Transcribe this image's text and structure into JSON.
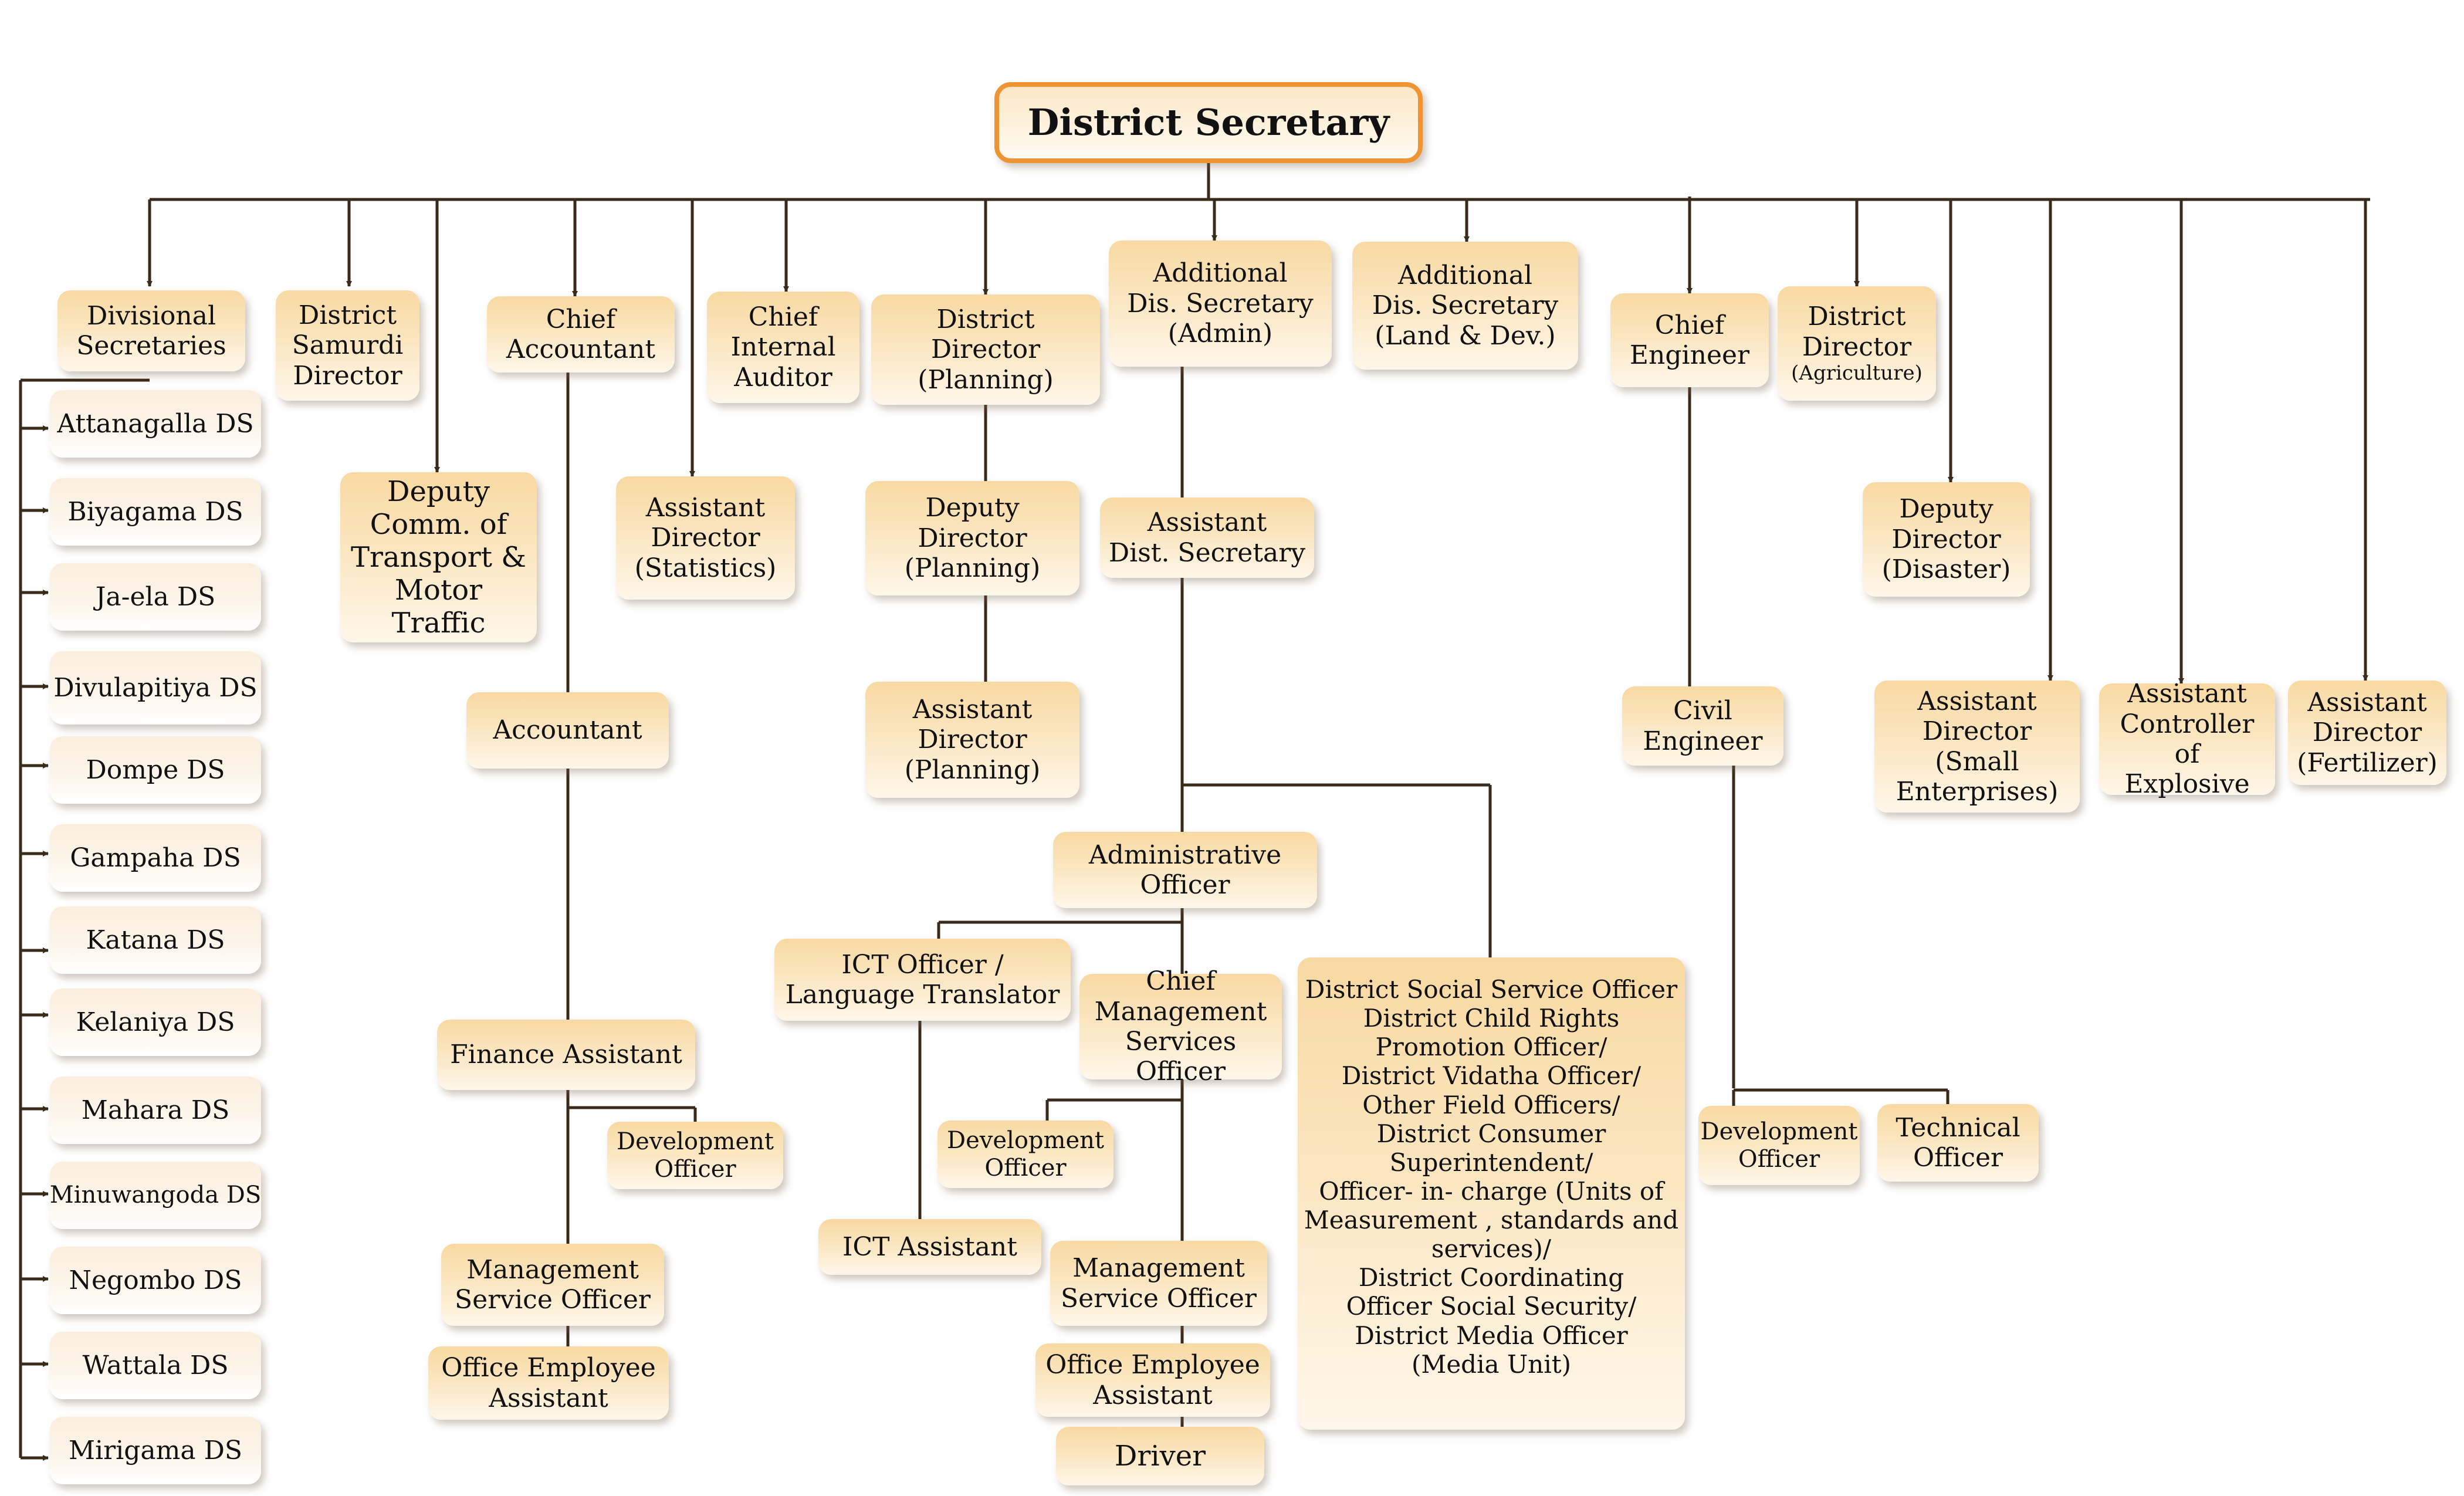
{
  "org": {
    "root": "District Secretary",
    "divisional_secretaries": "Divisional\nSecretaries",
    "ds_offices": [
      "Attanagalla DS",
      "Biyagama DS",
      "Ja-ela DS",
      "Divulapitiya DS",
      "Dompe DS",
      "Gampaha DS",
      "Katana DS",
      "Kelaniya DS",
      "Mahara DS",
      "Minuwangoda DS",
      "Negombo DS",
      "Wattala DS",
      "Mirigama DS"
    ],
    "district_samurdi_director": "District\nSamurdi\nDirector",
    "deputy_comm_transport": "Deputy\nComm. of\nTransport &\nMotor Traffic",
    "chief_accountant": "Chief\nAccountant",
    "accountant": "Accountant",
    "finance_assistant": "Finance Assistant",
    "development_officer_fin": "Development\nOfficer",
    "management_service_officer_fin": "Management\nService Officer",
    "office_employee_assistant_fin": "Office Employee\nAssistant",
    "assistant_director_statistics": "Assistant\nDirector\n(Statistics)",
    "chief_internal_auditor": "Chief\nInternal\nAuditor",
    "district_director_planning": "District\nDirector\n(Planning)",
    "deputy_director_planning": "Deputy\nDirector\n(Planning)",
    "assistant_director_planning": "Assistant\nDirector\n(Planning)",
    "additional_secretary_admin": "Additional\nDis. Secretary\n(Admin)",
    "assistant_dist_secretary": "Assistant\nDist. Secretary",
    "administrative_officer": "Administrative\nOfficer",
    "ict_officer": "ICT Officer /\nLanguage Translator",
    "ict_assistant": "ICT Assistant",
    "chief_mso": "Chief\nManagement\nServices Officer",
    "development_officer_admin": "Development\nOfficer",
    "management_service_officer_admin": "Management\nService Officer",
    "office_employee_assistant_admin": "Office Employee\nAssistant",
    "driver": "Driver",
    "field_officers": "District Social Service Officer\nDistrict Child Rights\nPromotion Officer/\nDistrict Vidatha Officer/\nOther Field Officers/\nDistrict Consumer\nSuperintendent/\nOfficer- in- charge (Units of\nMeasurement , standards and\nservices)/\nDistrict Coordinating\nOfficer Social Security/\nDistrict Media Officer\n(Media Unit)",
    "additional_secretary_land": "Additional\nDis. Secretary\n(Land & Dev.)",
    "chief_engineer": "Chief\nEngineer",
    "civil_engineer": "Civil\nEngineer",
    "development_officer_eng": "Development\nOfficer",
    "technical_officer": "Technical\nOfficer",
    "district_director_agri_title": "District\nDirector",
    "district_director_agri_sub": "(Agriculture)",
    "deputy_director_disaster": "Deputy\nDirector\n(Disaster)",
    "assistant_director_small_ent": "Assistant\nDirector\n(Small\nEnterprises)",
    "assistant_controller_explosive": "Assistant\nController of\nExplosive",
    "assistant_director_fertilizer": "Assistant\nDirector\n(Fertilizer)"
  },
  "colors": {
    "line": "#3a2a1a",
    "accent": "#ef9433",
    "box_top": "#f8d9a2",
    "box_bottom": "#fff7ea"
  }
}
